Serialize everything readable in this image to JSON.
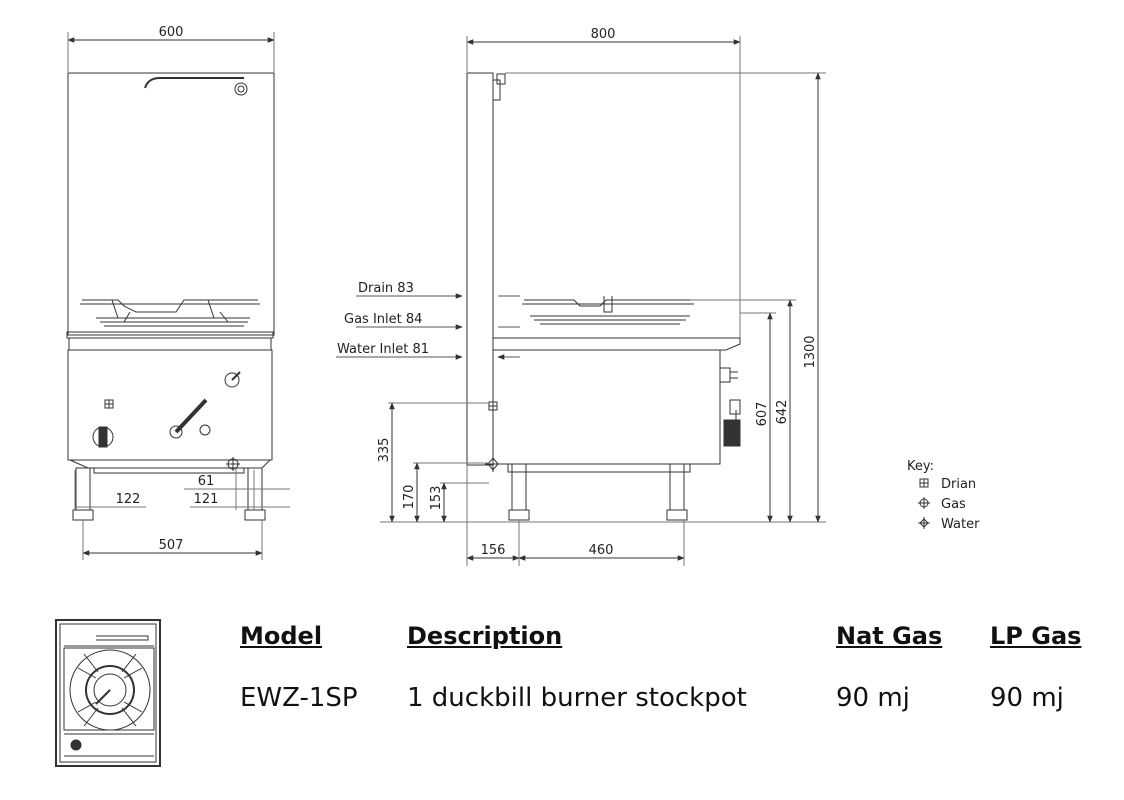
{
  "front_view": {
    "dimensions": {
      "width": "600",
      "feet_span": "507",
      "offset_122": "122",
      "offset_61": "61",
      "offset_121": "121"
    }
  },
  "side_view": {
    "dimensions": {
      "depth": "800",
      "height_total": "1300",
      "height_642": "642",
      "height_607": "607",
      "height_335": "335",
      "height_170": "170",
      "height_153": "153",
      "offset_156": "156",
      "feet_span_460": "460"
    },
    "labels": {
      "drain": "Drain 83",
      "gas_inlet": "Gas Inlet 84",
      "water_inlet": "Water Inlet 81"
    }
  },
  "key": {
    "title": "Key:",
    "items": [
      {
        "symbol": "drain",
        "label": "Drian"
      },
      {
        "symbol": "gas",
        "label": "Gas"
      },
      {
        "symbol": "water",
        "label": "Water"
      }
    ]
  },
  "spec_table": {
    "headers": {
      "model": "Model",
      "description": "Description",
      "nat_gas": "Nat Gas",
      "lp_gas": "LP Gas"
    },
    "row": {
      "model": "EWZ-1SP",
      "description": "1 duckbill burner stockpot",
      "nat_gas": "90 mj",
      "lp_gas": "90 mj"
    }
  },
  "colors": {
    "line": "#333333",
    "background": "#ffffff"
  }
}
